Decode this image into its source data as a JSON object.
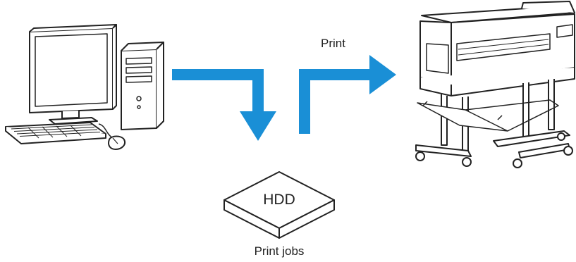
{
  "labels": {
    "print": "Print",
    "hdd": "HDD",
    "print_jobs": "Print jobs"
  },
  "icons": {
    "computer": "desktop-computer-icon",
    "printer": "large-format-printer-icon",
    "storage": "hard-disk-icon"
  },
  "colors": {
    "arrow": "#1a8fd6",
    "outline": "#222222",
    "background": "#ffffff"
  }
}
